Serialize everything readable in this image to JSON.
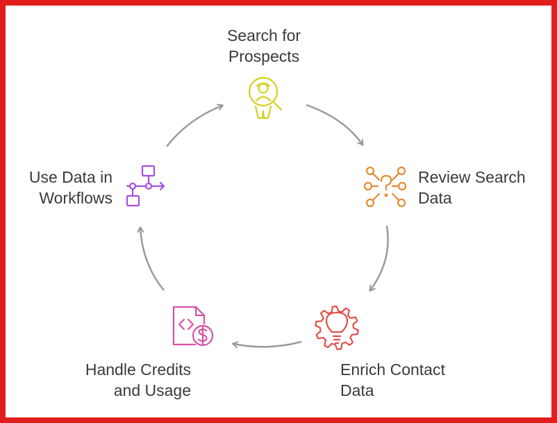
{
  "steps": [
    {
      "line1": "Search for",
      "line2": "Prospects",
      "icon": "search-prospect-icon",
      "color": "#d6cf1f"
    },
    {
      "line1": "Review Search",
      "line2": "Data",
      "icon": "network-question-icon",
      "color": "#e58a2f"
    },
    {
      "line1": "Enrich Contact",
      "line2": "Data",
      "icon": "gear-lightbulb-icon",
      "color": "#e0504a"
    },
    {
      "line1": "Handle Credits",
      "line2": "and Usage",
      "icon": "code-file-dollar-icon",
      "color": "#d94fa6"
    },
    {
      "line1": "Use Data in",
      "line2": "Workflows",
      "icon": "workflow-icon",
      "color": "#a34fe0"
    }
  ],
  "arrow_color": "#9a9a9a"
}
